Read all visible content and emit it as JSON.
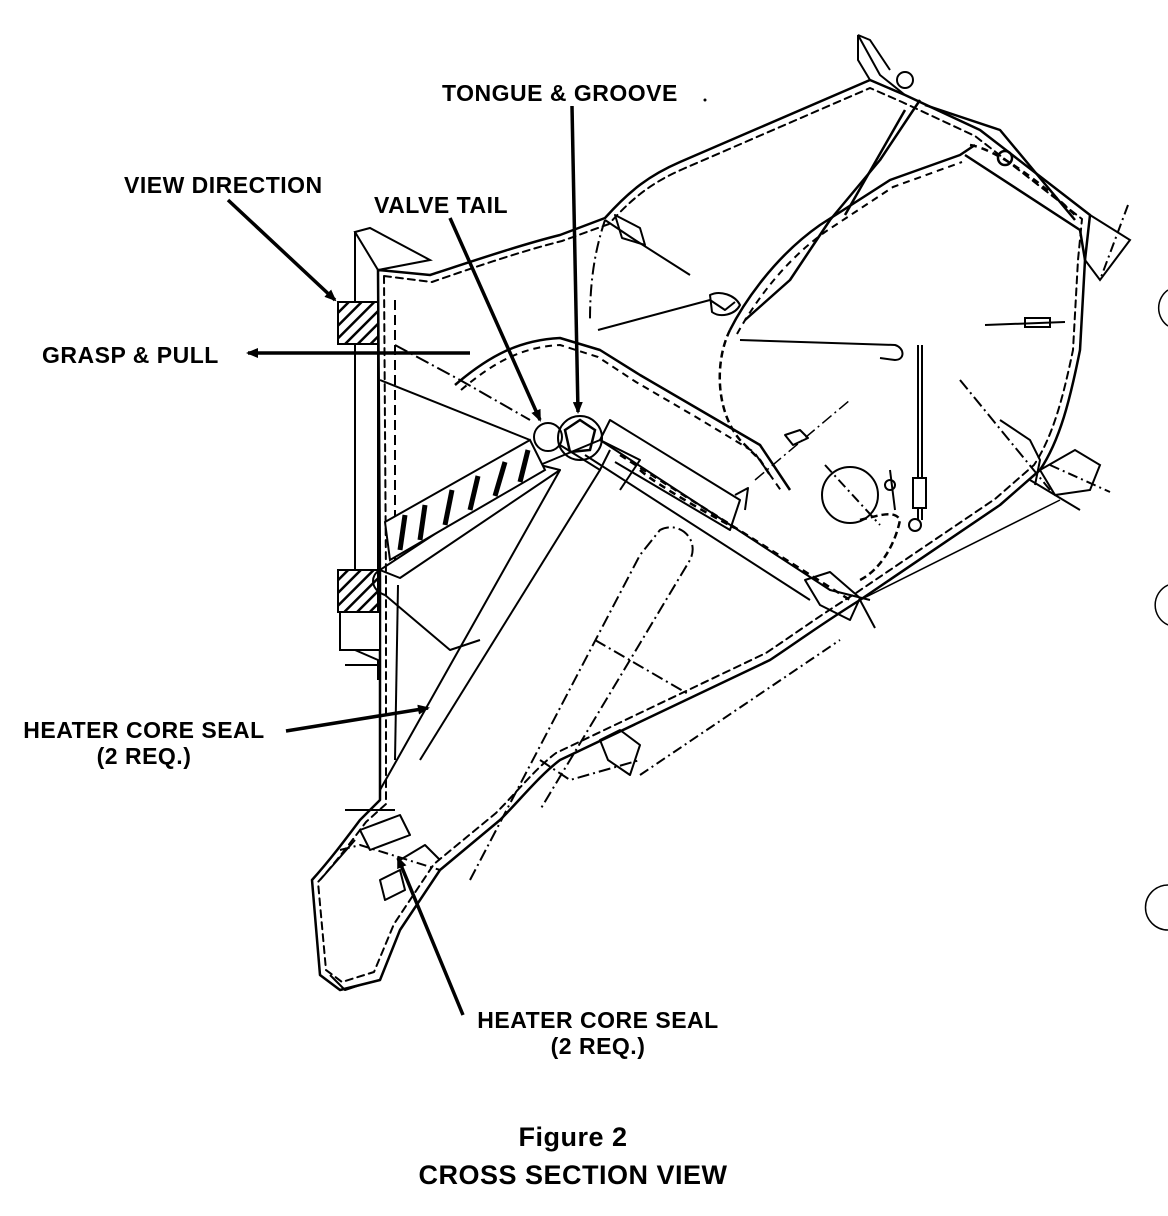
{
  "figure": {
    "number_label": "Figure 2",
    "caption": "CROSS SECTION VIEW"
  },
  "labels": {
    "tongue_groove": "TONGUE & GROOVE",
    "view_direction": "VIEW DIRECTION",
    "valve_tail": "VALVE TAIL",
    "grasp_pull": "GRASP & PULL",
    "heater_core_seal_left": {
      "line1": "HEATER CORE SEAL",
      "line2": "(2 REQ.)"
    },
    "heater_core_seal_bottom": {
      "line1": "HEATER CORE SEAL",
      "line2": "(2 REQ.)"
    }
  }
}
